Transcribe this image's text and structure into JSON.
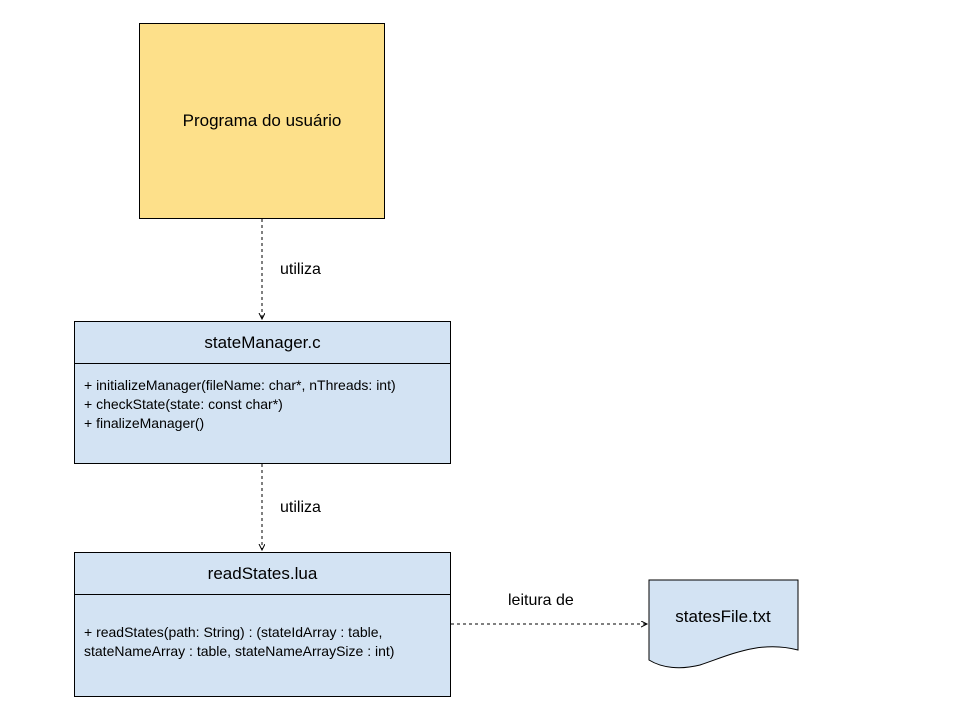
{
  "user_program": {
    "label": "Programa do usuário"
  },
  "state_manager": {
    "title": "stateManager.c",
    "methods": [
      "+ initializeManager(fileName: char*, nThreads: int)",
      "+ checkState(state: const char*)",
      "+ finalizeManager()"
    ]
  },
  "read_states": {
    "title": "readStates.lua",
    "methods": [
      "+ readStates(path: String) : (stateIdArray : table,",
      "stateNameArray : table, stateNameArraySize : int)"
    ]
  },
  "states_file": {
    "label": "statesFile.txt"
  },
  "edges": {
    "uses_1": "utiliza",
    "uses_2": "utiliza",
    "reads": "leitura de"
  },
  "colors": {
    "user_program_fill": "#fde08a",
    "class_fill": "#d3e3f3",
    "document_fill": "#d3e3f3"
  }
}
